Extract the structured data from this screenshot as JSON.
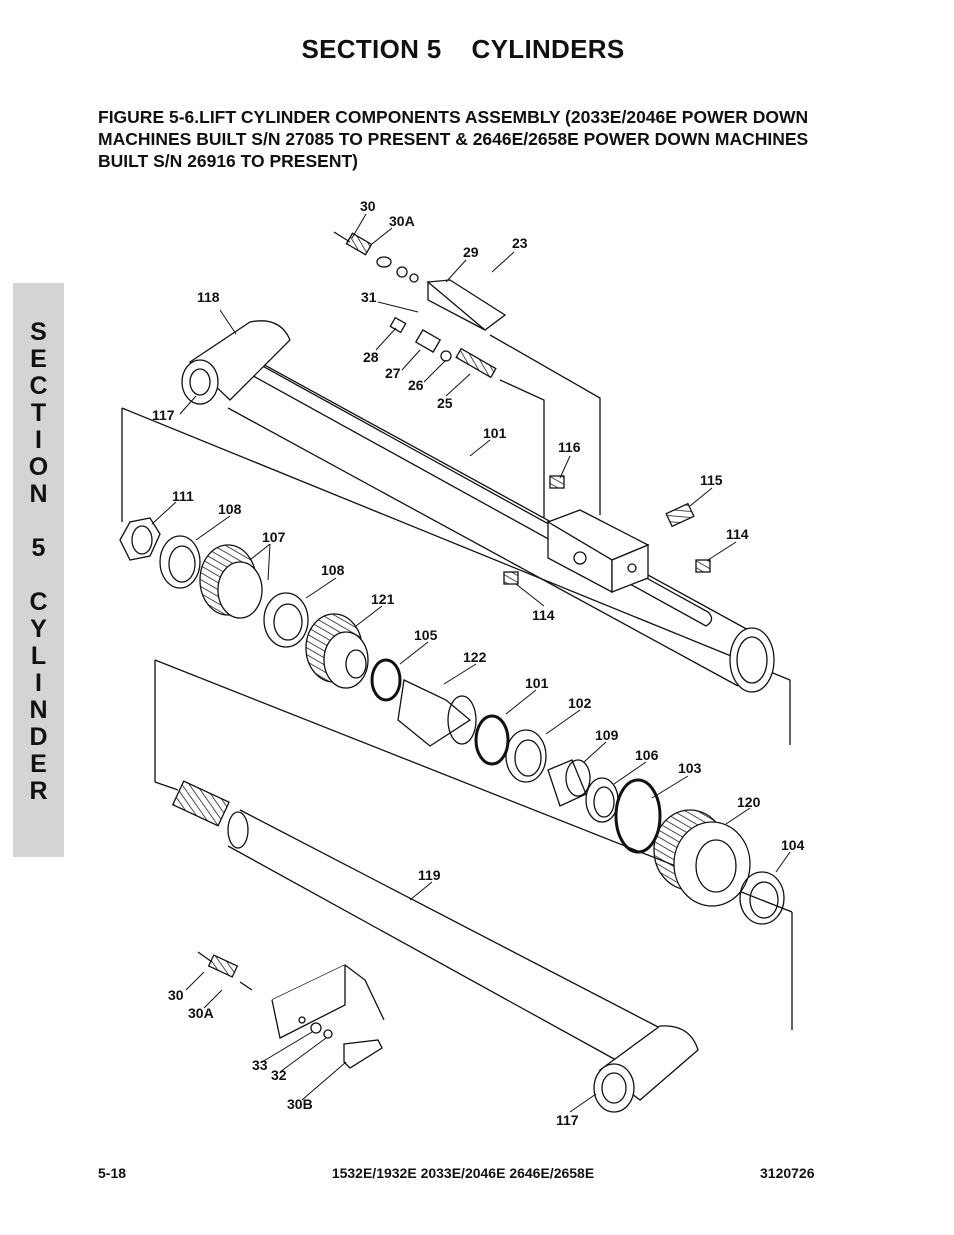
{
  "header": {
    "section_title": "SECTION 5    CYLINDERS",
    "figure_title": "FIGURE 5-6.LIFT CYLINDER COMPONENTS ASSEMBLY (2033E/2046E POWER DOWN MACHINES BUILT S/N 27085 TO PRESENT & 2646E/2658E POWER DOWN MACHINES BUILT S/N 26916 TO PRESENT)"
  },
  "side_tab": {
    "letters": [
      "S",
      "E",
      "C",
      "T",
      "I",
      "O",
      "N",
      " ",
      "5",
      " ",
      "C",
      "Y",
      "L",
      "I",
      "N",
      "D",
      "E",
      "R"
    ]
  },
  "labels": {
    "l30_top": "30",
    "l30a_top": "30A",
    "l29": "29",
    "l23": "23",
    "l31": "31",
    "l118": "118",
    "l28": "28",
    "l27": "27",
    "l26": "26",
    "l25": "25",
    "l117_top": "117",
    "l101_top": "101",
    "l116": "116",
    "l115": "115",
    "l111": "111",
    "l108_a": "108",
    "l107": "107",
    "l114_right": "114",
    "l108_b": "108",
    "l121": "121",
    "l114_left": "114",
    "l105": "105",
    "l122": "122",
    "l101_mid": "101",
    "l102": "102",
    "l109": "109",
    "l106": "106",
    "l103": "103",
    "l120": "120",
    "l104": "104",
    "l119": "119",
    "l30_bottom": "30",
    "l30a_bottom": "30A",
    "l33": "33",
    "l32": "32",
    "l30b": "30B",
    "l117_bottom": "117"
  },
  "footer": {
    "page_number": "5-18",
    "models": "1532E/1932E 2033E/2046E 2646E/2658E",
    "doc_number": "3120726"
  }
}
